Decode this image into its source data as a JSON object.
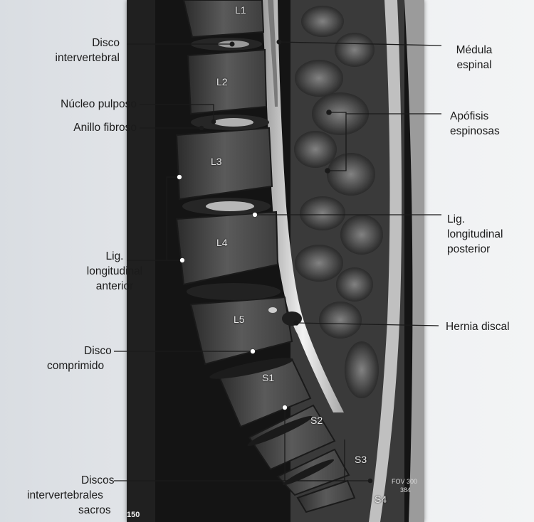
{
  "vertebrae": {
    "l1": "L1",
    "l2": "L2",
    "l3": "L3",
    "l4": "L4",
    "l5": "L5",
    "s1": "S1",
    "s2": "S2",
    "s3": "S3",
    "s4": "S4"
  },
  "labels": {
    "disco_intervertebral": [
      "Disco",
      "intervertebral"
    ],
    "nucleo_pulposo": "Núcleo pulposo",
    "anillo_fibroso": "Anillo fibroso",
    "lig_anterior": [
      "Lig.",
      "longitudinal",
      "anterior"
    ],
    "disco_comprimido": [
      "Disco",
      "comprimido"
    ],
    "discos_sacros": [
      "Discos",
      "intervertebrales",
      "sacros"
    ],
    "medula": [
      "Médula",
      "espinal"
    ],
    "apofisis": [
      "Apófisis",
      "espinosas"
    ],
    "lig_posterior": [
      "Lig.",
      "longitudinal",
      "posterior"
    ],
    "hernia": "Hernia discal"
  },
  "scan_info": [
    "FOV 300",
    "384"
  ],
  "page_number": "150",
  "colors": {
    "leader": "#1a1a1a",
    "dot": "#ffffff"
  }
}
